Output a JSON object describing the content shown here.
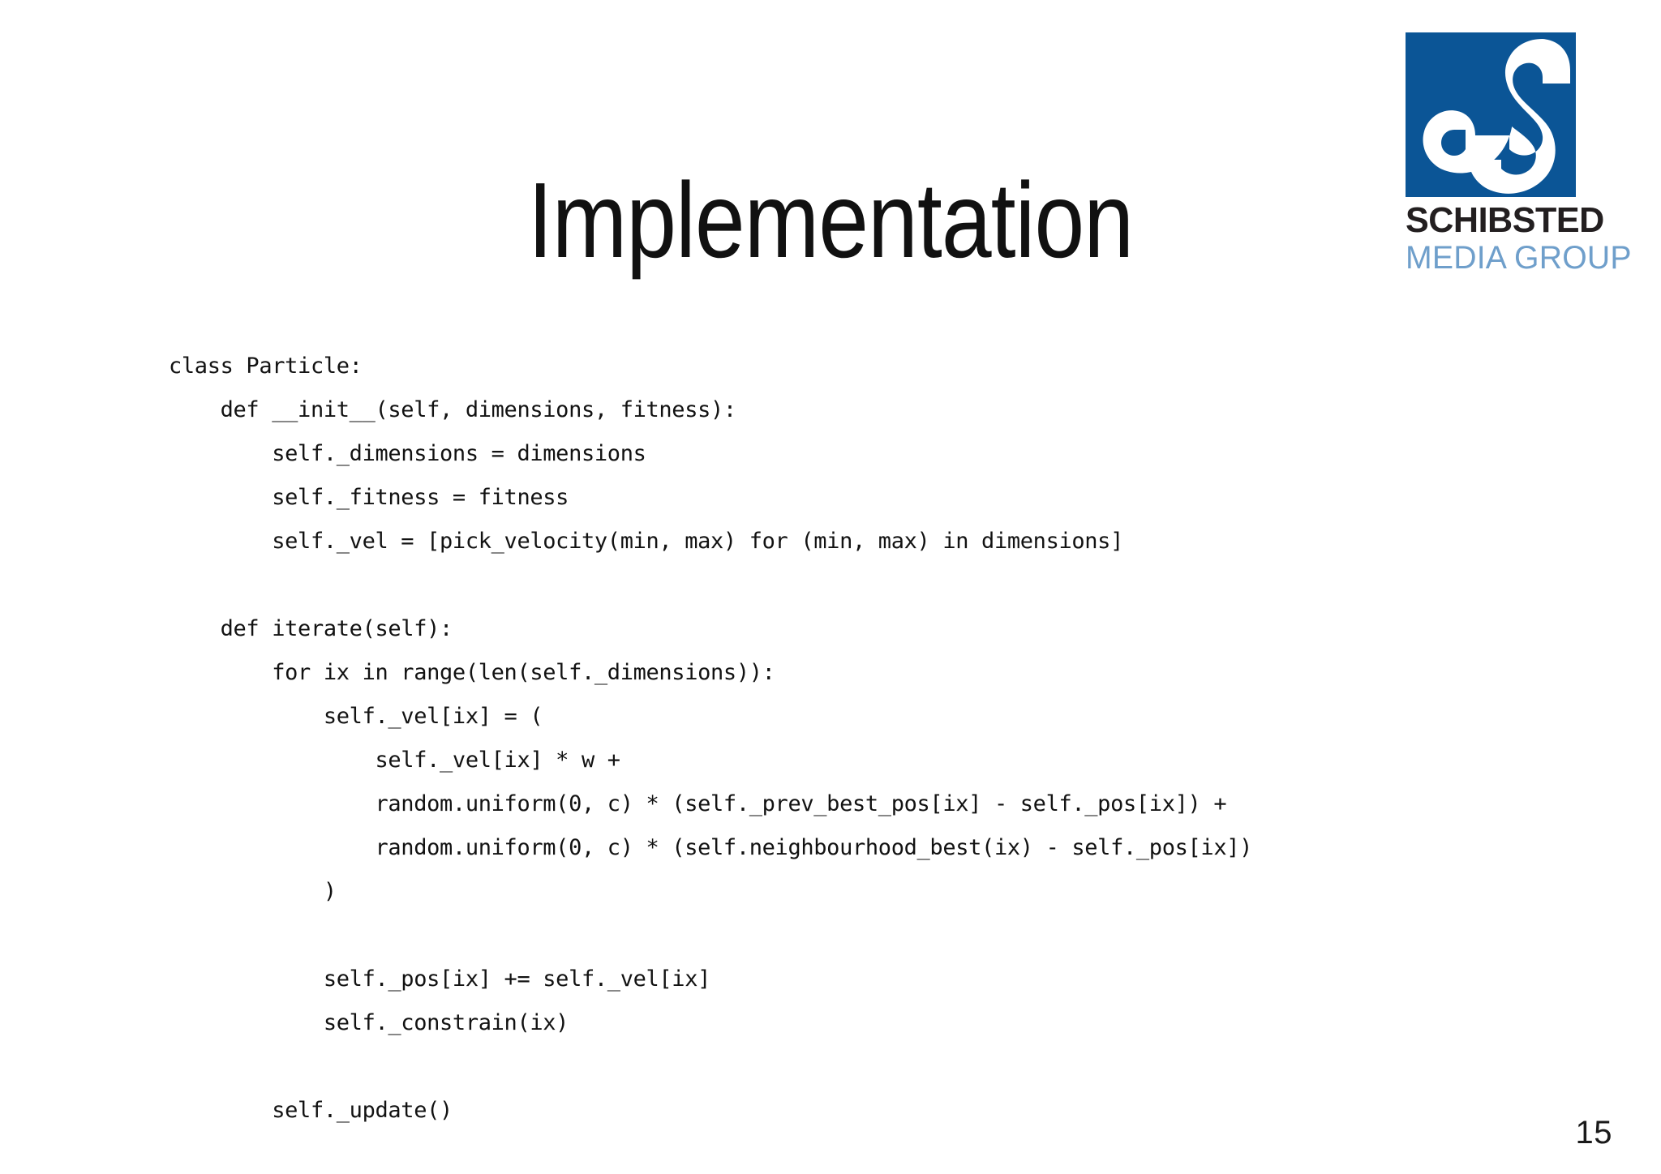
{
  "slide": {
    "title": "Implementation",
    "page_number": "15",
    "background_color": "#ffffff"
  },
  "logo": {
    "mark_name": "schibsted-s-mark",
    "brand": "SCHIBSTED",
    "tagline": "MEDIA GROUP",
    "mark_color": "#0b5596",
    "brand_color": "#231f20",
    "tagline_color": "#6f9fcb"
  },
  "code": {
    "language": "python",
    "lines": [
      "class Particle:",
      "    def __init__(self, dimensions, fitness):",
      "        self._dimensions = dimensions",
      "        self._fitness = fitness",
      "        self._vel = [pick_velocity(min, max) for (min, max) in dimensions]",
      "",
      "    def iterate(self):",
      "        for ix in range(len(self._dimensions)):",
      "            self._vel[ix] = (",
      "                self._vel[ix] * w +",
      "                random.uniform(0, c) * (self._prev_best_pos[ix] - self._pos[ix]) +",
      "                random.uniform(0, c) * (self.neighbourhood_best(ix) - self._pos[ix])",
      "            )",
      "",
      "            self._pos[ix] += self._vel[ix]",
      "            self._constrain(ix)",
      "",
      "        self._update()"
    ]
  }
}
